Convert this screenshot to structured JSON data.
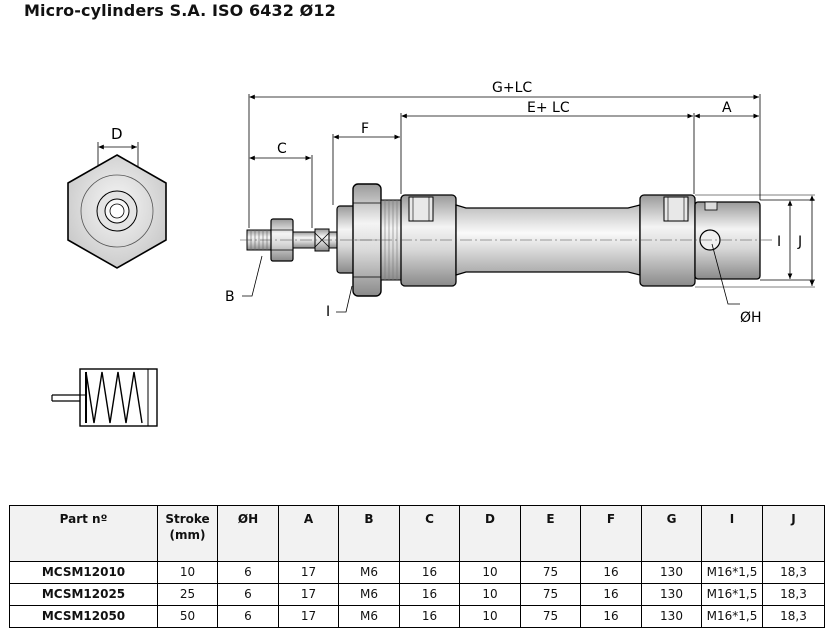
{
  "page": {
    "title": "Micro-cylinders S.A. ISO 6432 Ø12"
  },
  "drawing": {
    "dimension_labels": {
      "g_lc": "G+LC",
      "e_lc": "E+ LC",
      "a": "A",
      "c": "C",
      "f": "F",
      "d": "D",
      "b": "B",
      "i_nut": "I",
      "i_right": "I",
      "j": "J",
      "oh": "ØH"
    },
    "icons": [
      "hex-end-view-icon",
      "spring-return-symbol-icon"
    ]
  },
  "table": {
    "headers": [
      {
        "line1": "Part nº",
        "line2": ""
      },
      {
        "line1": "Stroke",
        "line2": "(mm)"
      },
      {
        "line1": "ØH",
        "line2": ""
      },
      {
        "line1": "A",
        "line2": ""
      },
      {
        "line1": "B",
        "line2": ""
      },
      {
        "line1": "C",
        "line2": ""
      },
      {
        "line1": "D",
        "line2": ""
      },
      {
        "line1": "E",
        "line2": ""
      },
      {
        "line1": "F",
        "line2": ""
      },
      {
        "line1": "G",
        "line2": ""
      },
      {
        "line1": "I",
        "line2": ""
      },
      {
        "line1": "J",
        "line2": ""
      }
    ],
    "rows": [
      [
        "MCSM12010",
        "10",
        "6",
        "17",
        "M6",
        "16",
        "10",
        "75",
        "16",
        "130",
        "M16*1,5",
        "18,3"
      ],
      [
        "MCSM12025",
        "25",
        "6",
        "17",
        "M6",
        "16",
        "10",
        "75",
        "16",
        "130",
        "M16*1,5",
        "18,3"
      ],
      [
        "MCSM12050",
        "50",
        "6",
        "17",
        "M6",
        "16",
        "10",
        "75",
        "16",
        "130",
        "M16*1,5",
        "18,3"
      ]
    ]
  }
}
